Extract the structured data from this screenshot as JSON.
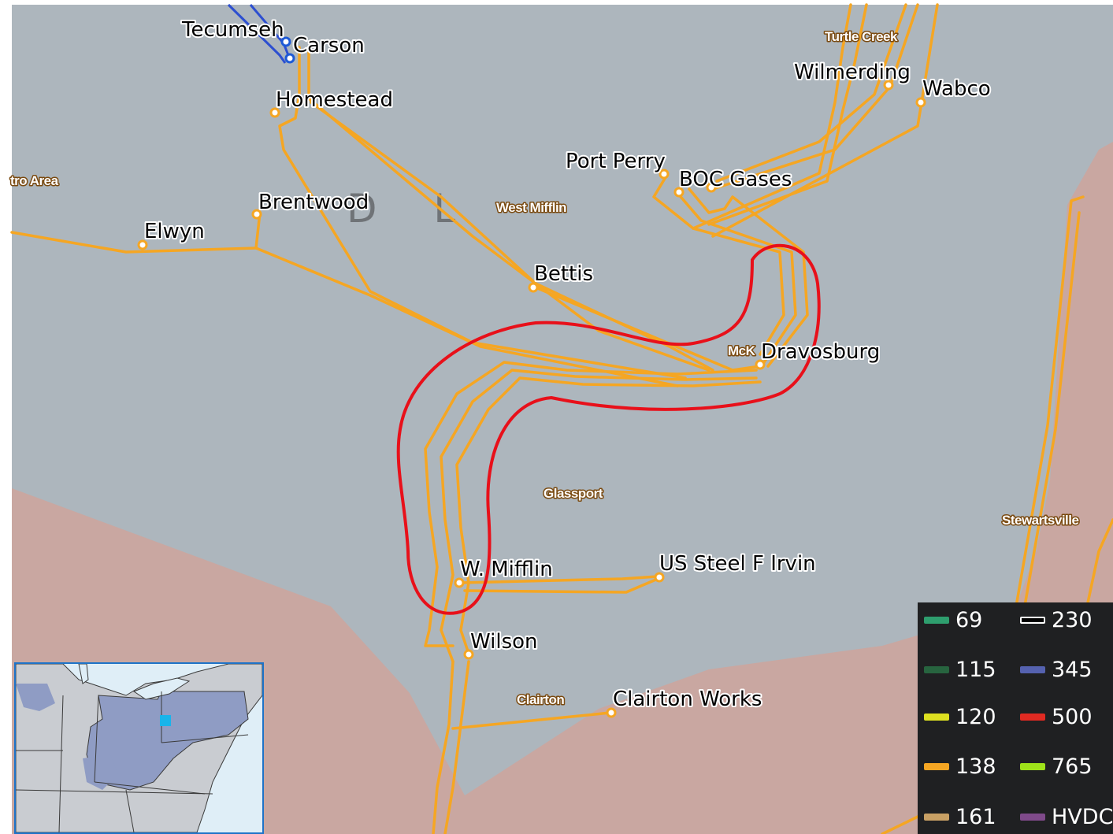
{
  "map": {
    "region_label": "D L",
    "substations": [
      {
        "name": "Tecumseh"
      },
      {
        "name": "Carson"
      },
      {
        "name": "Homestead"
      },
      {
        "name": "Brentwood"
      },
      {
        "name": "Elwyn"
      },
      {
        "name": "Port Perry"
      },
      {
        "name": "BOC Gases"
      },
      {
        "name": "Wilmerding"
      },
      {
        "name": "Wabco"
      },
      {
        "name": "Bettis"
      },
      {
        "name": "Dravosburg"
      },
      {
        "name": "W. Mifflin"
      },
      {
        "name": "US Steel F Irvin"
      },
      {
        "name": "Wilson"
      },
      {
        "name": "Clairton Works"
      }
    ],
    "places": [
      {
        "name": "Turtle Creek"
      },
      {
        "name": "tro Area"
      },
      {
        "name": "West Mifflin"
      },
      {
        "name": "McK"
      },
      {
        "name": "Glassport"
      },
      {
        "name": "Stewartsville"
      },
      {
        "name": "Clairton"
      }
    ],
    "colors": {
      "land_service": "#adb6bd",
      "land_other": "#c9a7a1",
      "line_138": "#f5a623",
      "highlight": "#e8101a"
    }
  },
  "legend": {
    "items": [
      {
        "label": "69",
        "color": "#2e9e6e"
      },
      {
        "label": "230",
        "color": "#000000"
      },
      {
        "label": "115",
        "color": "#27643f"
      },
      {
        "label": "345",
        "color": "#5562b0"
      },
      {
        "label": "120",
        "color": "#dde020"
      },
      {
        "label": "500",
        "color": "#e02a22"
      },
      {
        "label": "138",
        "color": "#f5a623"
      },
      {
        "label": "765",
        "color": "#9ee21a"
      },
      {
        "label": "161",
        "color": "#c8a064"
      },
      {
        "label": "HVDC",
        "color": "#7f4a8a"
      }
    ]
  },
  "inset": {
    "highlight_color": "#18b4ea",
    "region_color": "#8f9cc4",
    "other_color": "#c9ccd1"
  }
}
